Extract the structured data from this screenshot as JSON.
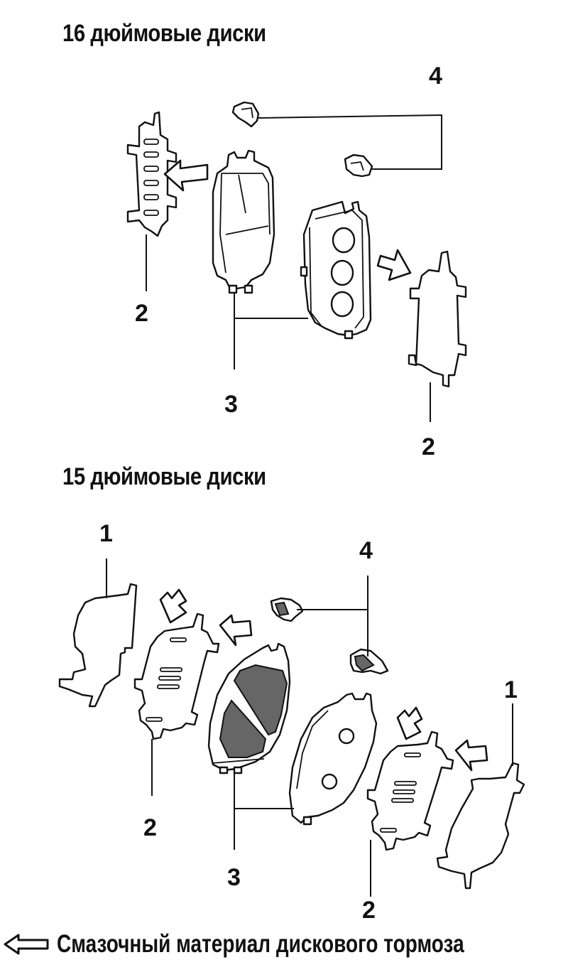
{
  "diagram": {
    "section_16": {
      "title": "16 дюймовые диски",
      "callouts": {
        "shim_left": "2",
        "pads": "3",
        "clips": "4",
        "shim_right": "2"
      }
    },
    "section_15": {
      "title": "15 дюймовые диски",
      "callouts": {
        "plate_left": "1",
        "shim_left": "2",
        "pads": "3",
        "clips": "4",
        "shim_right": "2",
        "plate_right": "1"
      }
    },
    "legend": {
      "icon": "hollow-left-arrow-icon",
      "text": "Смазочный материал дискового тормоза"
    }
  }
}
